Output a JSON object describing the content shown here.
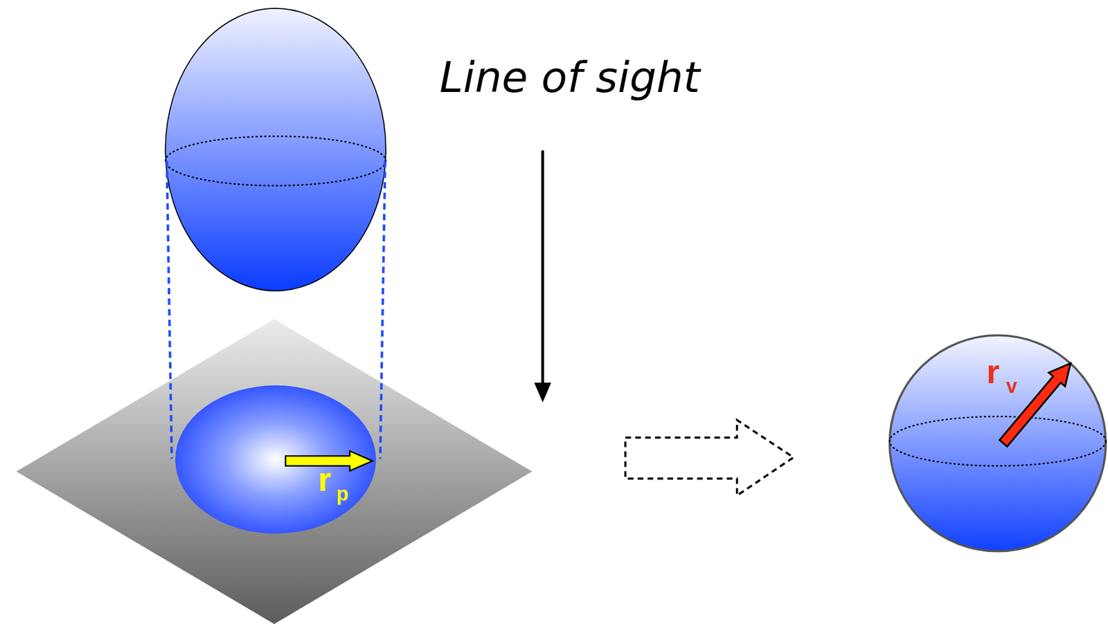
{
  "diagram": {
    "labels": [
      "Line of sight",
      "r",
      "p",
      "r",
      "v"
    ]
  }
}
